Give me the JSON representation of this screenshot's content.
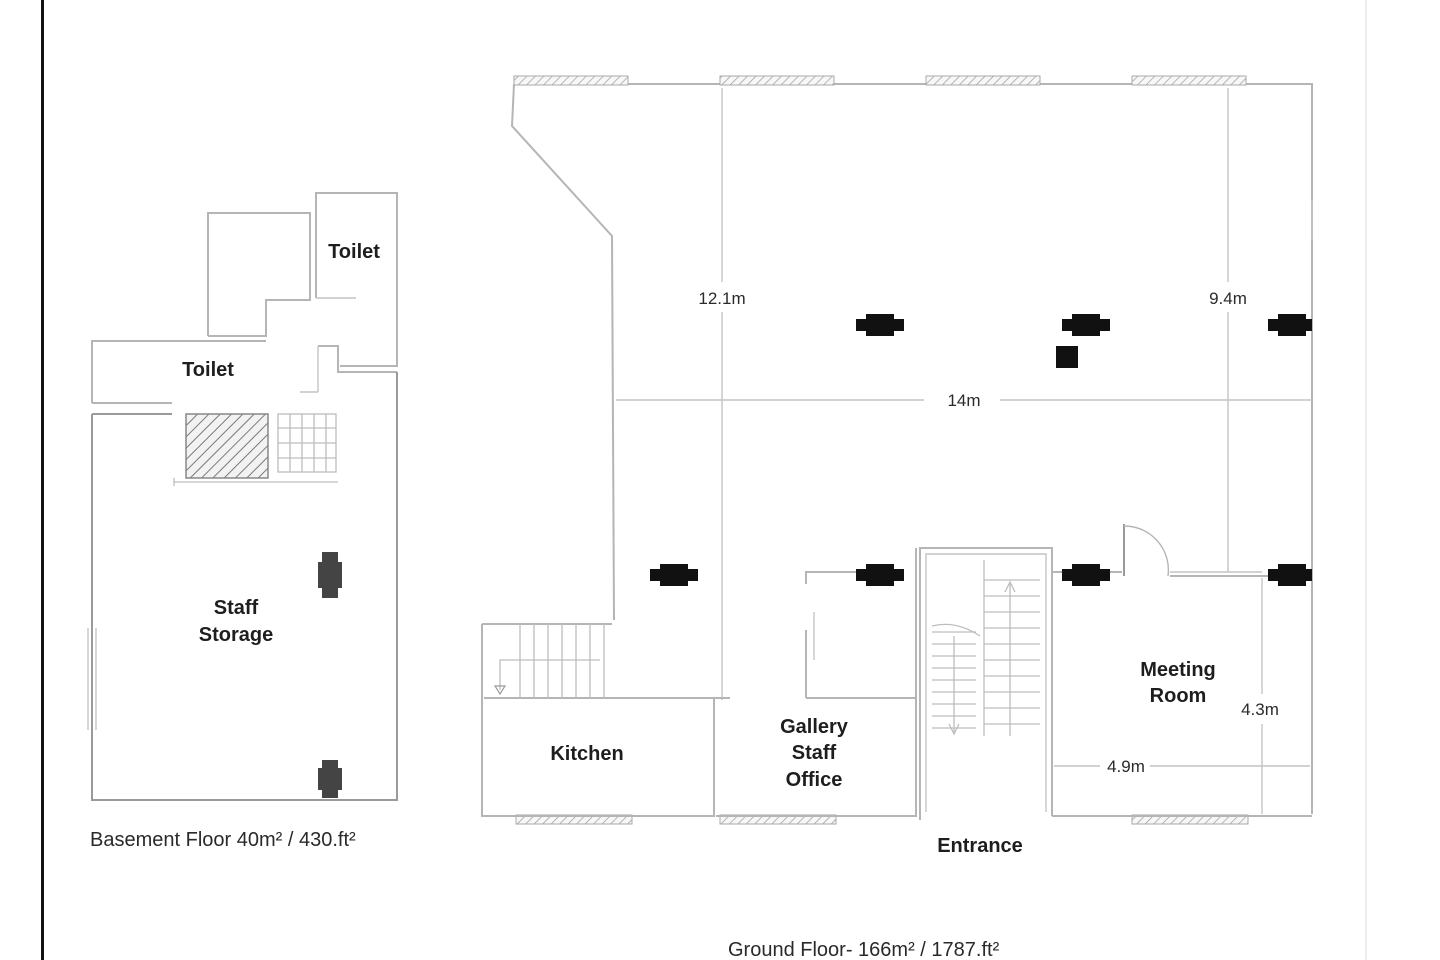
{
  "basement": {
    "rooms": {
      "toilet_upper": "Toilet",
      "toilet_lower": "Toilet",
      "staff_storage_line1": "Staff",
      "staff_storage_line2": "Storage"
    },
    "caption": "Basement Floor 40m² /  430.ft²"
  },
  "ground": {
    "rooms": {
      "kitchen": "Kitchen",
      "gallery_line1": "Gallery",
      "gallery_line2": "Staff",
      "gallery_line3": "Office",
      "entrance": "Entrance",
      "meeting_line1": "Meeting",
      "meeting_line2": "Room"
    },
    "dimensions": {
      "depth_left": "12.1m",
      "depth_right": "9.4m",
      "width": "14m",
      "meeting_depth": "4.3m",
      "meeting_width": "4.9m"
    },
    "caption": "Ground Floor- 166m² / 1787.ft²"
  },
  "colors": {
    "wall": "#b5b5b5",
    "pillar": "#111111",
    "background": "#ffffff"
  }
}
